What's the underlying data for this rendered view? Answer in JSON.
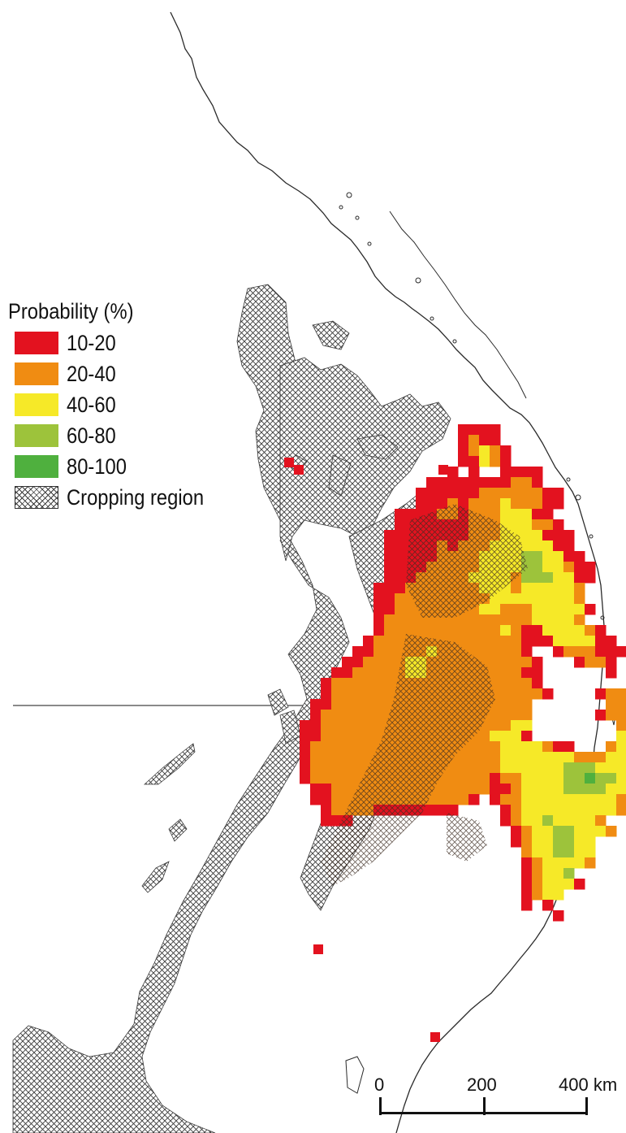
{
  "legend": {
    "title": "Probability (%)",
    "items": [
      {
        "label": "10-20",
        "color": "#e3121f"
      },
      {
        "label": "20-40",
        "color": "#f08c12"
      },
      {
        "label": "40-60",
        "color": "#f6e928"
      },
      {
        "label": "60-80",
        "color": "#9dc33b"
      },
      {
        "label": "80-100",
        "color": "#4fb03e"
      }
    ],
    "cropping_label": "Cropping region"
  },
  "scale_bar": {
    "labels": [
      "0",
      "200",
      "400 km"
    ]
  },
  "colors": {
    "coast": "#2a2a2a",
    "hatch": "#3a3a3a",
    "background": "#ffffff"
  }
}
